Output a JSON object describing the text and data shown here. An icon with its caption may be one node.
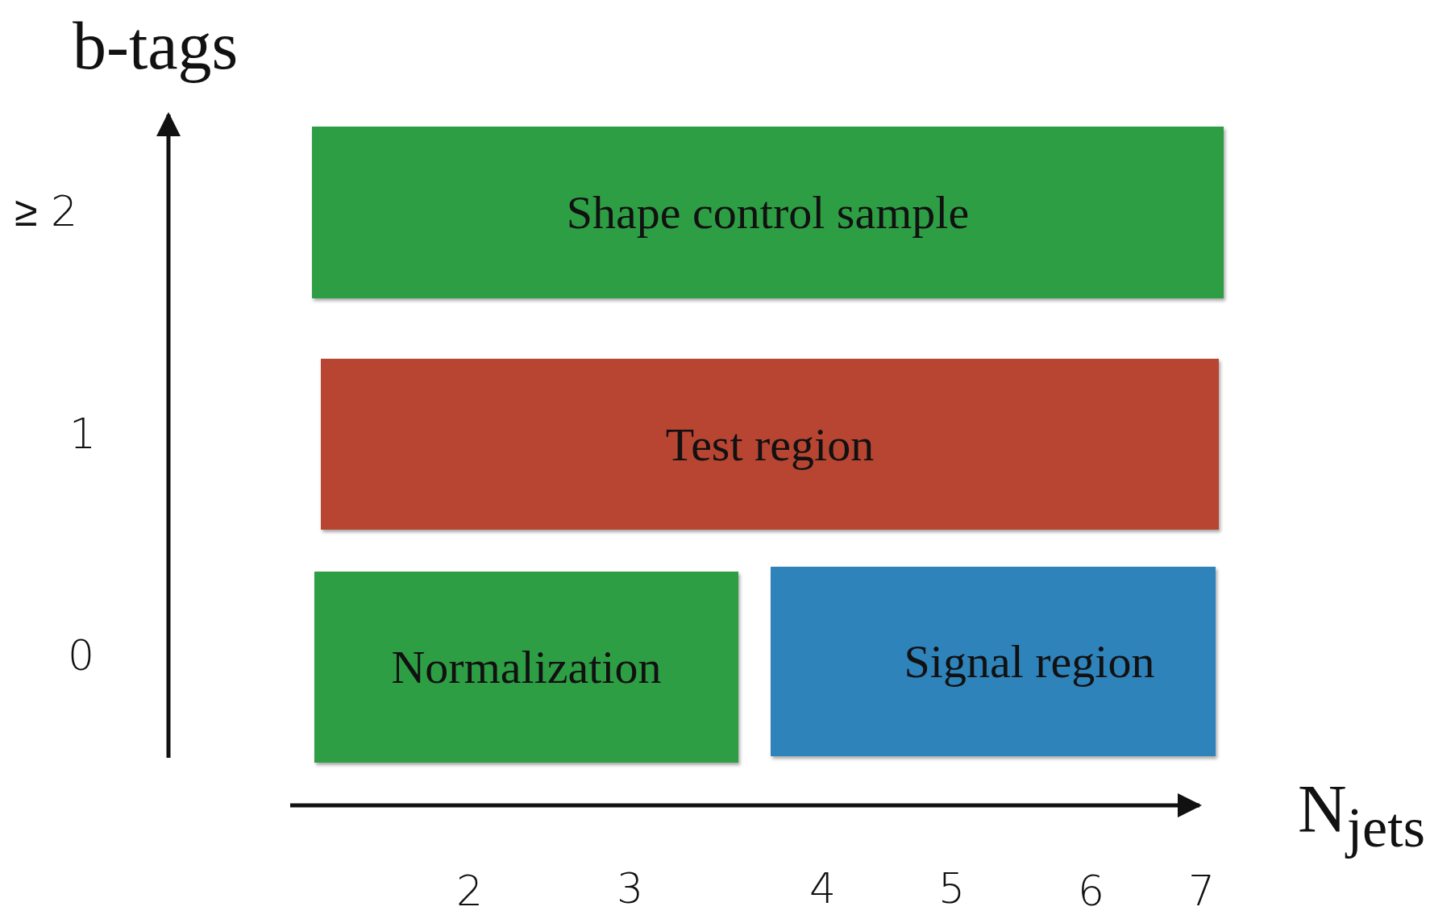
{
  "diagram": {
    "nodes": [
      {
        "text": [
          "Shape control sample"
        ]
      },
      {
        "text": [
          "Test region"
        ]
      },
      {
        "text": [
          "Normalization"
        ]
      },
      {
        "text": [
          "Signal region"
        ]
      }
    ],
    "labels": [
      "b-tags",
      "≥ 2",
      "1",
      "0",
      "N$_{jets}$",
      "2",
      "3",
      "4",
      "5",
      "6",
      "7"
    ]
  }
}
